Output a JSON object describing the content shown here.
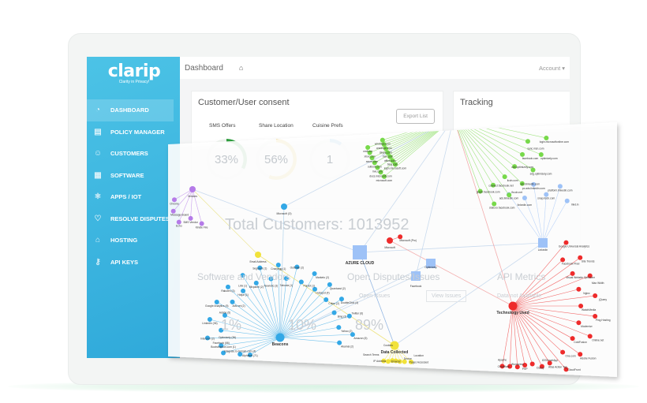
{
  "brand": {
    "name": "clarip",
    "tagline": "Clarity in Privacy!"
  },
  "sidebar": {
    "items": [
      {
        "label": "DASHBOARD",
        "icon": "pie-chart-icon",
        "active": true
      },
      {
        "label": "POLICY MANAGER",
        "icon": "clipboard-icon"
      },
      {
        "label": "CUSTOMERS",
        "icon": "users-icon"
      },
      {
        "label": "SOFTWARE",
        "icon": "software-icon"
      },
      {
        "label": "APPS / IOT",
        "icon": "atom-icon"
      },
      {
        "label": "RESOLVE DISPUTES",
        "icon": "heart-icon"
      },
      {
        "label": "HOSTING",
        "icon": "home-icon"
      },
      {
        "label": "API KEYS",
        "icon": "key-icon"
      }
    ]
  },
  "header": {
    "title": "Dashboard",
    "home_icon": "home-icon",
    "account": "Account ▾"
  },
  "consent": {
    "title": "Customer/User consent",
    "export": "Export List",
    "items": [
      {
        "label": "SMS Offers",
        "value": "33%",
        "pct": 33,
        "color": "#2e9e3e"
      },
      {
        "label": "Share Location",
        "value": "56%",
        "pct": 56,
        "color": "#e0b21a"
      },
      {
        "label": "Cuisine Prefs",
        "value": "1",
        "pct": 10,
        "color": "#4aa3df"
      }
    ]
  },
  "tracking": {
    "title": "Tracking"
  },
  "background": {
    "total_customers": "Total Customers: 1013952",
    "software": "Software and Vendors",
    "disputes": "Open Disputes/Issues",
    "api": "API Metrics",
    "open_issues": "Open Issues",
    "view_issues": "View Issues",
    "no_data": "Data not Available",
    "p1": "1%",
    "p2": "10%",
    "p3": "89%"
  },
  "graph": {
    "colors": {
      "vendors": "#b57be8",
      "email": "#f1e23a",
      "beacons": "#33a8e6",
      "tech": "#ee2b2b",
      "green": "#77d94a",
      "square": "#9ec2f7",
      "edge_blue": "#b5cde8"
    },
    "hubs": [
      {
        "id": "vendors",
        "label": "Vendors",
        "color": "#b57be8",
        "children": [
          "Kindle Fire",
          "SMS Vendor",
          "Echo",
          "Message Board",
          "Chrome"
        ]
      },
      {
        "id": "email",
        "label": "Email Address",
        "color": "#f1e23a",
        "children": []
      },
      {
        "id": "msO",
        "label": "Microsoft (O)",
        "color": "#33a8e6",
        "children": []
      },
      {
        "id": "azure",
        "label": "AZURE CLOUD",
        "color": "#9ec2f7",
        "square": true,
        "children": []
      },
      {
        "id": "optimizely",
        "label": "Optimizely",
        "color": "#9ec2f7",
        "square": true,
        "children": []
      },
      {
        "id": "facebook",
        "label": "Facebook",
        "color": "#9ec2f7",
        "square": true,
        "children": []
      },
      {
        "id": "linkedin",
        "label": "LinkedIn",
        "color": "#9ec2f7",
        "square": true,
        "children": [
          "ads.linkedin.com",
          "linkedin.com",
          "px.ads.linkedin.com",
          "snap.licdn.com",
          "platform.linkedin.com",
          "lnkd.in"
        ]
      },
      {
        "id": "beacons",
        "label": "Beacons",
        "color": "#33a8e6",
        "children": [
          "Alphabet (71)",
          "Integrate.io domain.com (4)",
          "Bootstrapcdn.com (1)",
          "Facebook (66)",
          "Intercom (2)",
          "Optimizely (36)",
          "LinkedIn (36)",
          "Adobe (5)",
          "Google Analytics (5)",
          "Ads.net (2)",
          "Rakuten (3)",
          "Hotjar (1)",
          "Link (1)",
          "Mixpanel (2)",
          "Segment (1)",
          "Newrelic (3)",
          "Crazyegg (1)",
          "Taboola (1)",
          "Outbrain (2)",
          "Pardot (1)",
          "Marketo (2)",
          "Hubspot (4)",
          "Quantcast (2)",
          "Criteo (2)",
          "DoubleClick (4)",
          "Bing (3)",
          "Twitter (6)",
          "Yahoo (2)",
          "Amazon (5)",
          "Akamai (2)"
        ]
      },
      {
        "id": "data",
        "label": "Data Collected",
        "color": "#f1e23a",
        "children": [
          "Pages Accessed",
          "Location",
          "Device",
          "Browser",
          "IP Address",
          "Cookies",
          "Search Terms"
        ]
      },
      {
        "id": "tech",
        "label": "Technology Used",
        "color": "#ee2b2b",
        "children": [
          "Google Universal Analytics",
          "Facebook Pixel",
          "Site Trends",
          "Visual Website Optimizer",
          "Max Width",
          "Nginx",
          "jQuery",
          "WatchMedia",
          "Ping Hosting",
          "Modernizr",
          "Online.net",
          "ColdFusion",
          "Adobe Fusion",
          "One.com",
          "CloudFront",
          "Atlas Action Tag",
          "IOSSmartApp",
          "Classy",
          "PHP",
          "Wordpress",
          "Cloudflare",
          "Apache"
        ]
      },
      {
        "id": "msRed",
        "label": "Microsoft",
        "color": "#ee2b2b",
        "children": [
          "Microsoft (Pro)"
        ]
      },
      {
        "id": "greenL",
        "label": "",
        "color": "#77d94a",
        "children": [
          "microsoft.com",
          "login.microsoft.com",
          "docs.microsoft.com",
          "bing.com",
          "live.com",
          "office.com",
          "outlook.com",
          "msn.com",
          "azure.com",
          "skype.com",
          "xbox.com",
          "onedrive.com",
          "msft.net",
          "windows.com"
        ]
      },
      {
        "id": "greenR",
        "label": "",
        "color": "#77d94a",
        "children": [
          "login.microsoftonline.com",
          "sync.msn.com",
          "optimizely.com",
          "facebook.com",
          "sdg.optimizely.com",
          "cdn.optimizely.com",
          "ads.linkedin.com",
          "licdn.com",
          "fbcdn.net",
          "connect.facebook.net",
          "staticxx.facebook.com",
          "graph.facebook.com"
        ]
      }
    ]
  }
}
